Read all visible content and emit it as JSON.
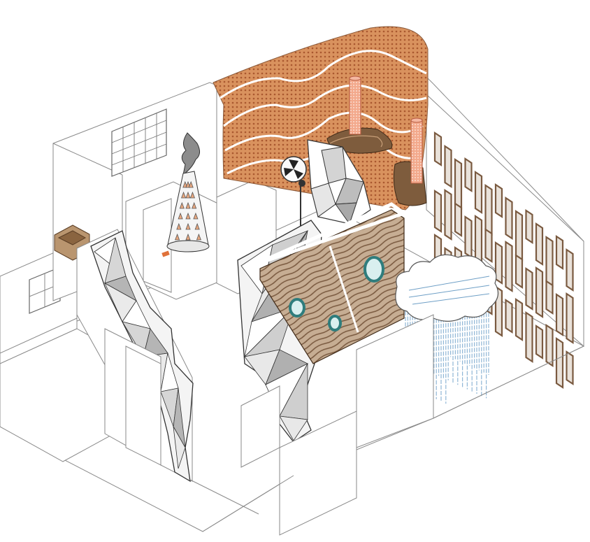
{
  "palette": {
    "line": "#8a8a8a",
    "copper": "#d9925e",
    "copper_dark": "#a9582f",
    "wood": "#8b6a4f",
    "wood_light": "#b89a7e",
    "porthole": "#3a8f8f",
    "rain": "#8fb6d6",
    "frame": "#a07d5c",
    "origami_shade": "#c9c9c9",
    "glow_tube": "#e98c6f"
  },
  "exhibits": [
    {
      "name": "copper-wave-wall",
      "kind": "undulating copper mesh wall"
    },
    {
      "name": "glowing-column-left",
      "kind": "light column"
    },
    {
      "name": "glowing-column-right",
      "kind": "light column"
    },
    {
      "name": "flame-tower-sculpture",
      "kind": "faceted cone with flame"
    },
    {
      "name": "standing-fan",
      "kind": "fan"
    },
    {
      "name": "origami-rock-wall-left",
      "kind": "faceted wall"
    },
    {
      "name": "origami-rock-wall-center",
      "kind": "faceted wall"
    },
    {
      "name": "wavy-wood-wall",
      "kind": "textured panel with portholes"
    },
    {
      "name": "rain-cloud",
      "kind": "cloud with hanging strands"
    },
    {
      "name": "picture-frames-wall",
      "kind": "tilted frames"
    }
  ]
}
